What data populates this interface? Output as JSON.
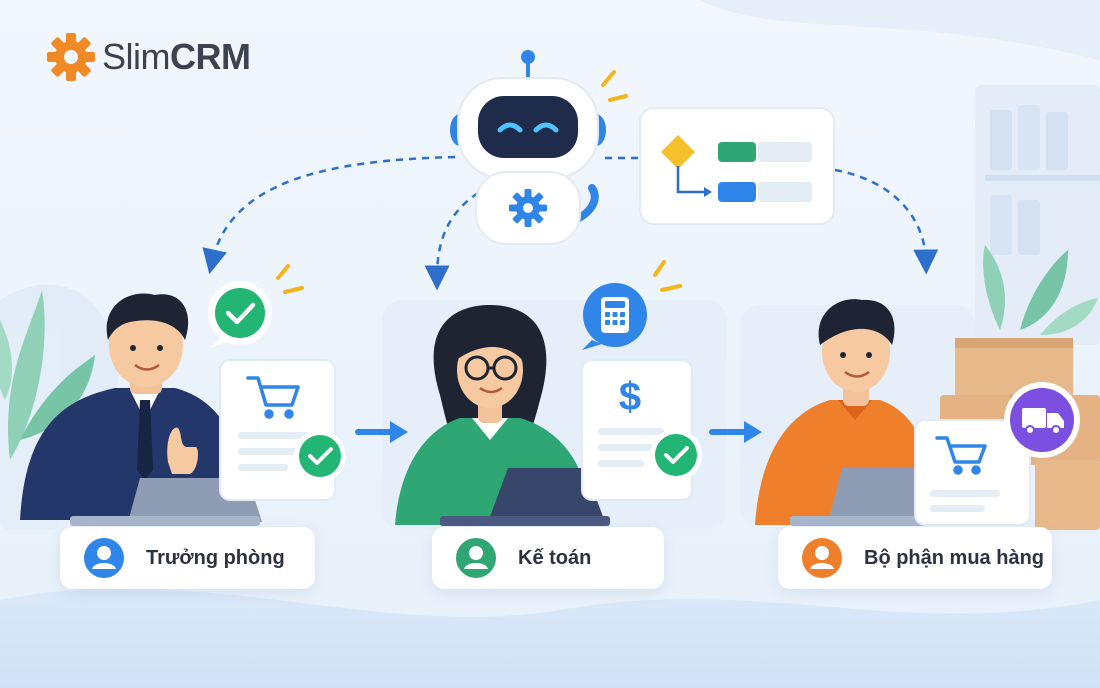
{
  "brand": {
    "name_light": "Slim",
    "name_bold": "CRM",
    "icon": "gear-icon",
    "color": "#f08a24"
  },
  "roles": [
    {
      "label": "Trưởng phòng",
      "avatar_icon": "user-avatar-icon",
      "color": "#2f86e8",
      "document_icon": "shopping-cart-icon"
    },
    {
      "label": "Kế toán",
      "avatar_icon": "user-avatar-icon",
      "color": "#2fa774",
      "document_icon": "dollar-icon"
    },
    {
      "label": "Bộ phận mua hàng",
      "avatar_icon": "user-avatar-icon",
      "color": "#f07f2c",
      "document_icon": "shopping-cart-icon"
    }
  ],
  "flow": {
    "center_icon": "robot-icon",
    "workflow_icon": "workflow-diagram-icon",
    "approval_icon": "checkmark-icon",
    "calculator_icon": "calculator-icon",
    "delivery_icon": "delivery-truck-icon"
  },
  "colors": {
    "primary_blue": "#2f86e8",
    "success_green": "#22b573",
    "accent_orange": "#f08a24",
    "purple": "#7b4fe0",
    "navy": "#2a3d6b"
  }
}
